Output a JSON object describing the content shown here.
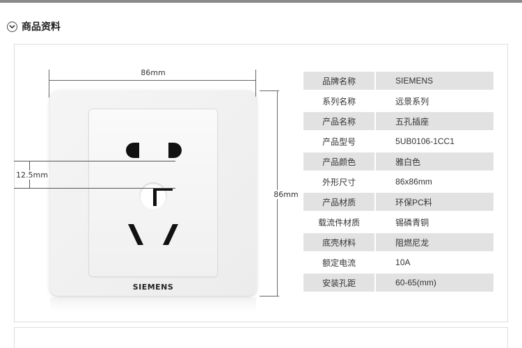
{
  "section": {
    "title": "商品资料"
  },
  "diagram": {
    "width_label": "86mm",
    "height_label": "86mm",
    "spacing_label": "12.5mm",
    "brand": "SIEMENS"
  },
  "specs": [
    {
      "key": "品牌名称",
      "value": "SIEMENS"
    },
    {
      "key": "系列名称",
      "value": "远景系列"
    },
    {
      "key": "产品名称",
      "value": "五孔插座"
    },
    {
      "key": "产品型号",
      "value": "5UB0106-1CC1"
    },
    {
      "key": "产品颜色",
      "value": "雅白色"
    },
    {
      "key": "外形尺寸",
      "value": "86x86mm"
    },
    {
      "key": "产品材质",
      "value": "环保PC料"
    },
    {
      "key": "载流件材质",
      "value": "锡磷青铜"
    },
    {
      "key": "底壳材料",
      "value": "阻燃尼龙"
    },
    {
      "key": "额定电流",
      "value": "10A"
    },
    {
      "key": "安装孔距",
      "value": "60-65(mm)"
    }
  ],
  "icons": {
    "section_toggle": "chevron-down-circle-icon"
  }
}
